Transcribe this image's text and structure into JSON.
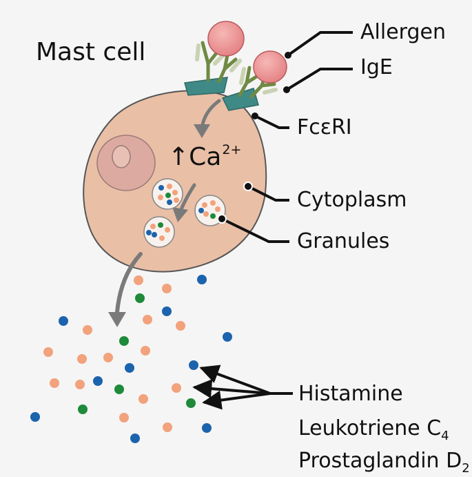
{
  "title": "Mast cell",
  "calcium": {
    "arrow": "↑",
    "ion": "Ca",
    "charge": "2+"
  },
  "labels": {
    "allergen": "Allergen",
    "ige": "IgE",
    "fceri": "FcεRI",
    "cytoplasm": "Cytoplasm",
    "granules": "Granules"
  },
  "mediators": [
    {
      "name": "Histamine",
      "subscript": ""
    },
    {
      "name": "Leukotriene C",
      "subscript": "4"
    },
    {
      "name": "Prostaglandin D",
      "subscript": "2"
    }
  ],
  "colors": {
    "background": "#f5f5f5",
    "cell": "#e9bfa6",
    "nucleus": "#dcaaa0",
    "allergen": "#ec8f90",
    "receptor": "#3f8a86",
    "ige_heavy": "#6f8a43",
    "ige_light": "#9db07a",
    "arrow": "#7a7a7a",
    "dot_orange": "#f2a27c",
    "dot_blue": "#1c63ad",
    "dot_green": "#1e8a3a"
  }
}
